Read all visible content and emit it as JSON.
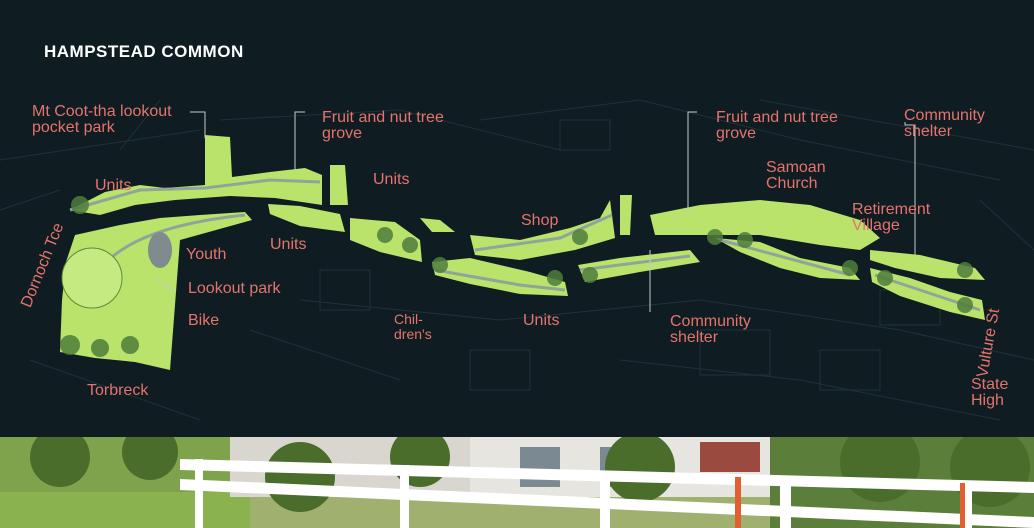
{
  "title": "HAMPSTEAD COMMON",
  "colors": {
    "background": "#0f1d22",
    "park_green": "#b9e36a",
    "label_red": "#e4736d",
    "title_white": "#ffffff"
  },
  "labels": {
    "mt_coot_tha_1": "Mt Coot-tha lookout",
    "mt_coot_tha_2": "pocket park",
    "units_top_left": "Units",
    "fruit_nut_1_a": "Fruit and nut tree",
    "fruit_nut_1_b": "grove",
    "units_top_middle": "Units",
    "fruit_nut_2_a": "Fruit and nut tree",
    "fruit_nut_2_b": "grove",
    "community_shelter_top_a": "Community",
    "community_shelter_top_b": "shelter",
    "samoan_church_a": "Samoan",
    "samoan_church_b": "Church",
    "retirement_village_a": "Retirement",
    "retirement_village_b": "Village",
    "dornoch_tce": "Dornoch Tce",
    "youth": "Youth",
    "units_mid_left": "Units",
    "shop": "Shop",
    "lookout_park": "Lookout park",
    "bike": "Bike",
    "childrens_a": "Chil-",
    "childrens_b": "dren's",
    "units_bottom_middle": "Units",
    "community_shelter_bottom_a": "Community",
    "community_shelter_bottom_b": "shelter",
    "vulture_st": "Vulture St",
    "torbreck": "Torbreck",
    "state_high_a": "State",
    "state_high_b": "High"
  }
}
